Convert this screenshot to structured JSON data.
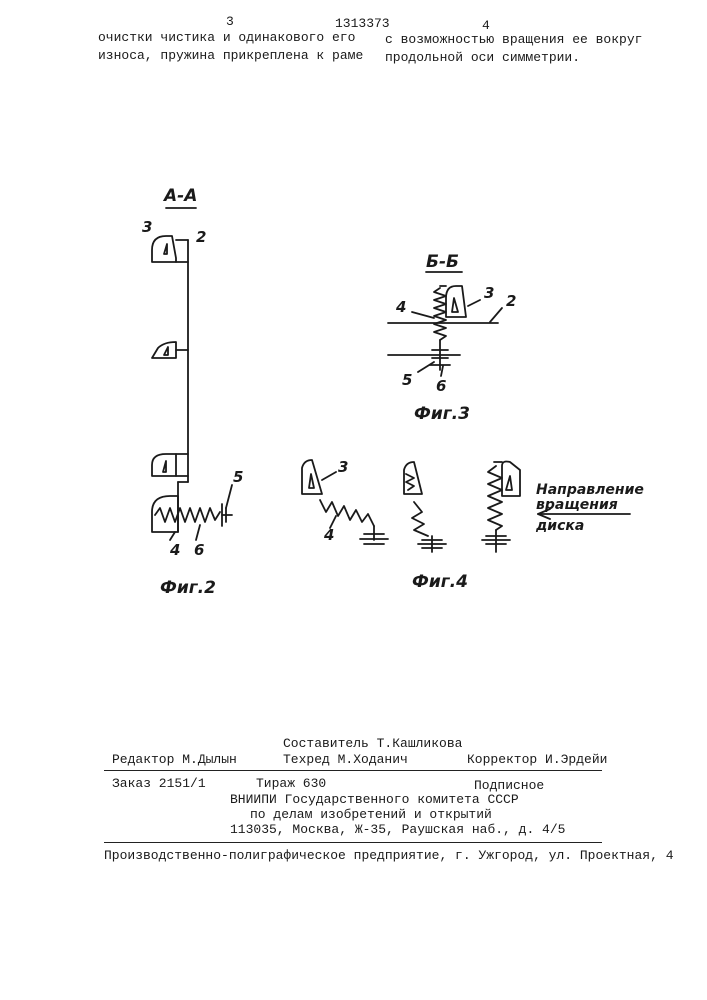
{
  "header": {
    "col_left": "3",
    "patent_number": "1313373",
    "col_right": "4",
    "left_lines": [
      "очистки чистика и одинакового его",
      "износа, пружина прикреплена к раме"
    ],
    "right_lines": [
      "с возможностью вращения ее вокруг",
      "продольной оси симметрии."
    ]
  },
  "figures": {
    "fig2": {
      "section": "А-А",
      "caption": "Фиг.2",
      "labels": {
        "scraper": "3",
        "frame": "2",
        "bracket": "5",
        "spring": "4",
        "axis": "6"
      }
    },
    "fig3": {
      "section": "Б-Б",
      "caption": "Фиг.3",
      "labels": {
        "scraper": "3",
        "frame": "2",
        "spring": "4",
        "bracket": "5",
        "axis": "6"
      }
    },
    "fig4": {
      "caption": "Фиг.4",
      "labels": {
        "scraper": "3",
        "spring": "4"
      },
      "direction_lines": [
        "Направление",
        "вращения",
        "диска"
      ]
    }
  },
  "imprint": {
    "editor": "Редактор М.Дылын",
    "compiler": "Составитель Т.Кашликова",
    "techred": "Техред М.Ходанич",
    "corrector": "Корректор И.Эрдейи",
    "order": "Заказ 2151/1",
    "circulation": "Тираж 630",
    "subscription": "Подписное",
    "org_line1": "ВНИИПИ Государственного комитета СССР",
    "org_line2": "по делам изобретений и открытий",
    "org_line3": "113035, Москва, Ж-35, Раушская наб., д. 4/5",
    "printer": "Производственно-полиграфическое предприятие, г. Ужгород, ул. Проектная, 4"
  }
}
